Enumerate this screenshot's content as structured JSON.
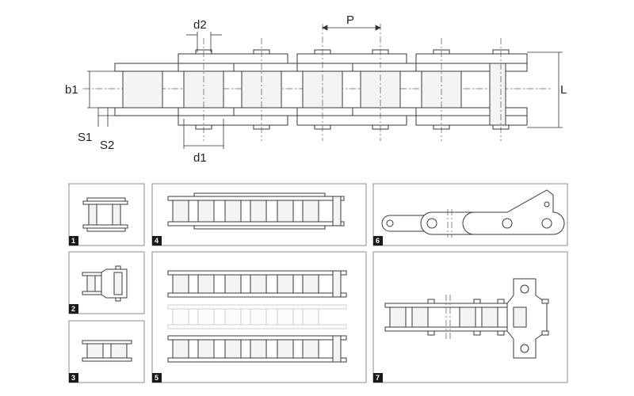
{
  "main_drawing": {
    "labels": {
      "d2": "d2",
      "P": "P",
      "b1": "b1",
      "L": "L",
      "S1": "S1",
      "S2": "S2",
      "d1": "d1"
    }
  },
  "panels": [
    {
      "number": "1"
    },
    {
      "number": "2"
    },
    {
      "number": "3"
    },
    {
      "number": "4"
    },
    {
      "number": "5"
    },
    {
      "number": "6"
    },
    {
      "number": "7"
    }
  ],
  "colors": {
    "line": "#3a3a3a",
    "panel_border": "#8c8c8c",
    "badge": "#1a1a1a"
  }
}
